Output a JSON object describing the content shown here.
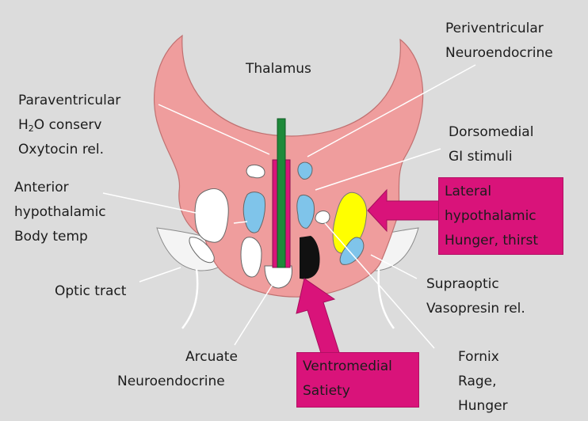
{
  "colors": {
    "background": "#dcdcdc",
    "brain_tissue": "#ef9d9d",
    "tissue_outline": "#c07070",
    "nucleus_blue": "#7fc4ea",
    "nucleus_yellow": "#ffff00",
    "nucleus_black": "#111111",
    "third_ventricle": "#d9137a",
    "fornix_column": "#1e8a3a",
    "highlight_box": "#d9137a"
  },
  "labels": {
    "thalamus": "Thalamus",
    "periventricular": {
      "line1": "Periventricular",
      "line2": "Neuroendocrine"
    },
    "paraventricular": {
      "line1": "Paraventricular",
      "line2_pre": "H",
      "line2_sub": "2",
      "line2_post": "O conserv",
      "line3": "Oxytocin rel."
    },
    "dorsomedial": {
      "line1": "Dorsomedial",
      "line2": "GI stimuli"
    },
    "anterior": {
      "line1": "Anterior",
      "line2": "hypothalamic",
      "line3": "Body temp"
    },
    "lateral": {
      "line1": "Lateral",
      "line2": "hypothalamic",
      "line3": "Hunger, thirst"
    },
    "optic_tract": "Optic tract",
    "supraoptic": {
      "line1": "Supraoptic",
      "line2": "Vasopresin rel."
    },
    "arcuate": {
      "line1": "Arcuate",
      "line2": "Neuroendocrine"
    },
    "ventromedial": {
      "line1": "Ventromedial",
      "line2": "Satiety"
    },
    "fornix": {
      "line1": "Fornix",
      "line2": "Rage,",
      "line3": "Hunger"
    }
  }
}
